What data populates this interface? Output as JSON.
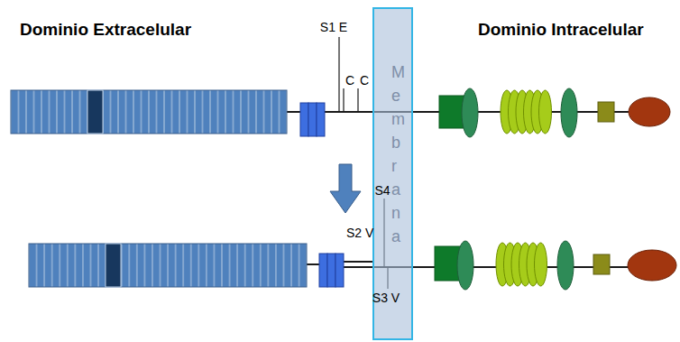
{
  "diagram": {
    "nodes": [
      {
        "text": [
          "Membrana"
        ]
      }
    ],
    "labels": [
      "Dominio Extracelular",
      "Dominio Intracelular",
      "S1 E",
      "C",
      "C",
      "S4",
      "S2 V",
      "S3 V"
    ]
  }
}
